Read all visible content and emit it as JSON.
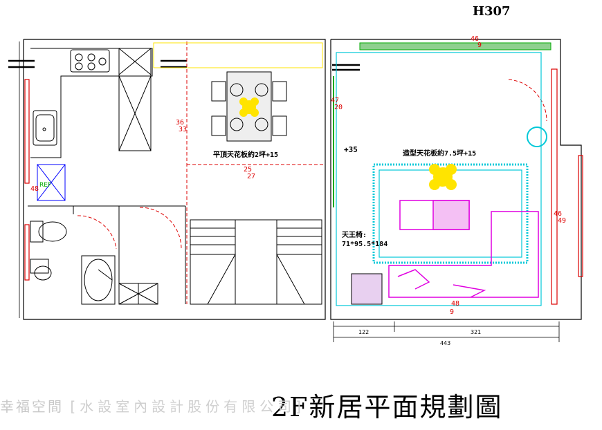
{
  "plan": {
    "code": "H307",
    "title": "2F新居平面規劃圖",
    "ceiling_flat": "平頂天花板約2坪+15",
    "ceiling_shaped": "造型天花板約7.5坪+15",
    "sofa_label_line1": "天王椅:",
    "sofa_label_line2": "71*95.5*184",
    "plus35": "+35",
    "red_marks": {
      "m36": "36",
      "m33": "33",
      "m47": "47",
      "m20": "20",
      "m25": "25",
      "m27": "27",
      "m48": "48",
      "m46a": "46",
      "m46b": "46",
      "m49": "49",
      "m9a": "9",
      "m48b": "48",
      "m9b": "9"
    },
    "dims": {
      "d122": "122",
      "d321": "321",
      "d443": "443"
    },
    "fridge": "REF"
  },
  "watermark": {
    "brand": "幸福空間",
    "firm": "[水設室內設計股份有限公司]"
  },
  "colors": {
    "wall": "#000000",
    "red": "#dd0000",
    "cyan": "#00c8d8",
    "green": "#00a000",
    "magenta": "#e000e0",
    "yellow": "#ffe400"
  }
}
